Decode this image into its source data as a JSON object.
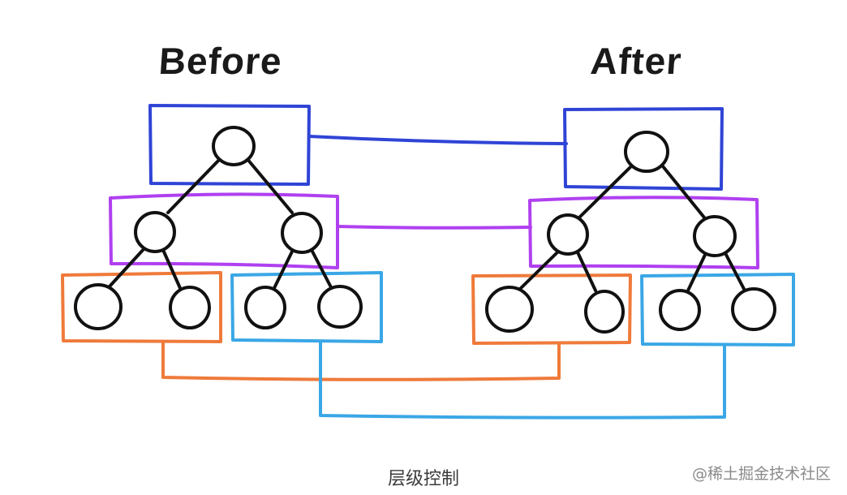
{
  "titles": {
    "before": "Before",
    "after": "After"
  },
  "caption": "层级控制",
  "watermark": "@稀土掘金技术社区",
  "colors": {
    "root_layer": "#2f44d6",
    "middle_layer": "#b040f0",
    "left_leaf_layer": "#ef7a3a",
    "right_leaf_layer": "#3aa7e6",
    "node_stroke": "#111111"
  }
}
